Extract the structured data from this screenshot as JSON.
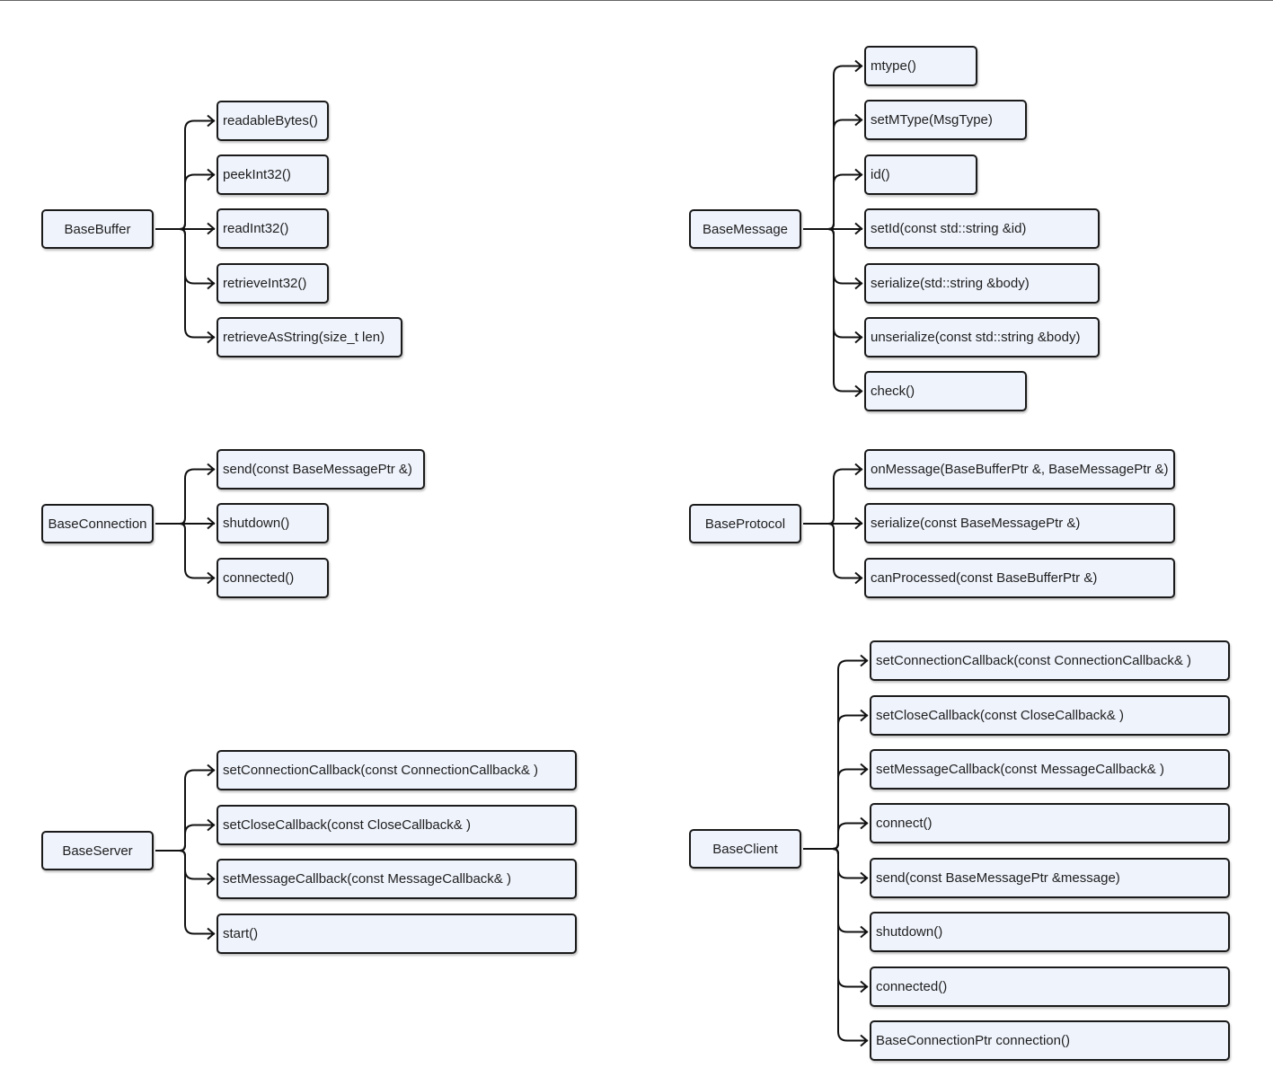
{
  "diagram": {
    "groups": [
      {
        "root": "BaseBuffer",
        "children": [
          "readableBytes()",
          "peekInt32()",
          "readInt32()",
          "retrieveInt32()",
          "retrieveAsString(size_t len)"
        ]
      },
      {
        "root": "BaseMessage",
        "children": [
          "mtype()",
          "setMType(MsgType)",
          "id()",
          "setId(const std::string &id)",
          "serialize(std::string &body)",
          "unserialize(const std::string &body)",
          "check()"
        ]
      },
      {
        "root": "BaseConnection",
        "children": [
          "send(const BaseMessagePtr &)",
          "shutdown()",
          "connected()"
        ]
      },
      {
        "root": "BaseProtocol",
        "children": [
          "onMessage(BaseBufferPtr &, BaseMessagePtr &)",
          "serialize(const BaseMessagePtr &)",
          "canProcessed(const BaseBufferPtr &)"
        ]
      },
      {
        "root": "BaseServer",
        "children": [
          "setConnectionCallback(const ConnectionCallback& )",
          "setCloseCallback(const CloseCallback& )",
          "setMessageCallback(const MessageCallback& )",
          "start()"
        ]
      },
      {
        "root": "BaseClient",
        "children": [
          "setConnectionCallback(const ConnectionCallback& )",
          "setCloseCallback(const CloseCallback& )",
          "setMessageCallback(const MessageCallback& )",
          "connect()",
          "send(const BaseMessagePtr &message)",
          "shutdown()",
          "connected()",
          "BaseConnectionPtr connection()"
        ]
      }
    ]
  }
}
